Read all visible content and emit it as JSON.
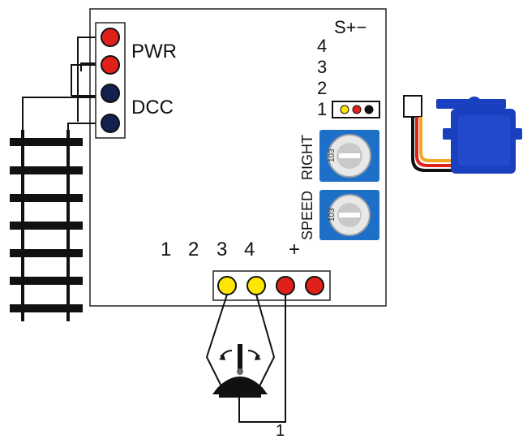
{
  "power_terminals": {
    "pwr_label": "PWR",
    "dcc_label": "DCC"
  },
  "servo_header": {
    "title": "S+−",
    "channels": [
      "4",
      "3",
      "2",
      "1"
    ],
    "pin_colors": [
      "#ffe600",
      "#e0201b",
      "#111111"
    ]
  },
  "potentiometers": [
    {
      "label": "RIGHT",
      "marking": "103",
      "color": "#1e6fc8"
    },
    {
      "label": "SPEED",
      "marking": "103",
      "color": "#1e6fc8"
    }
  ],
  "input_terminals": {
    "labels": [
      "1",
      "2",
      "3",
      "4",
      "+"
    ],
    "colors": [
      "#ffe600",
      "#ffe600",
      "#e0201b",
      "#e0201b"
    ]
  },
  "switch": {
    "label": "1"
  },
  "colors": {
    "red": "#e0201b",
    "navy": "#14204e",
    "yellow": "#ffe600",
    "servo_blue": "#1a3fbf",
    "pot_blue": "#1e6fc8"
  }
}
